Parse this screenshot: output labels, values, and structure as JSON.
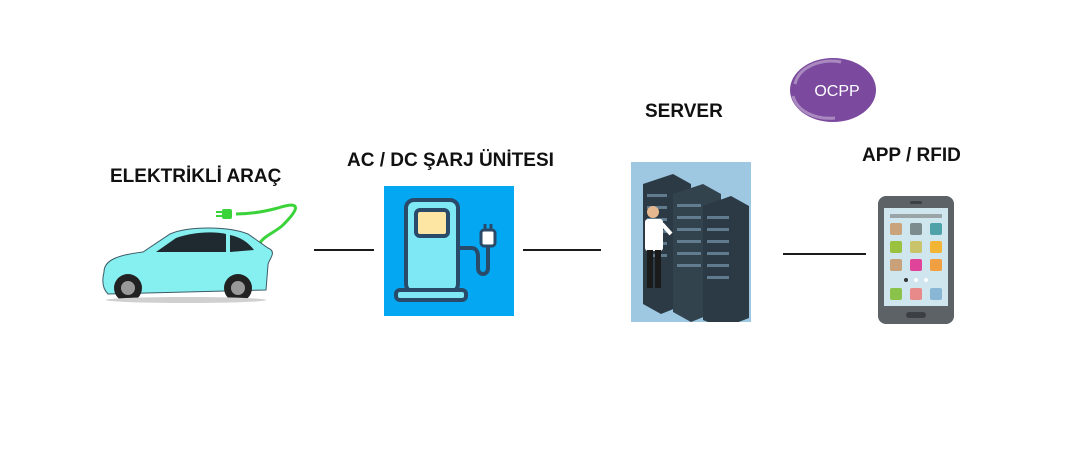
{
  "nodes": {
    "car": {
      "label": "ELEKTRİKLİ ARAÇ",
      "body_color": "#86f0f0",
      "cable_color": "#3ad33a"
    },
    "charger": {
      "label": "AC / DC ŞARJ ÜNİTESI",
      "background": "#04a7f2",
      "pump_color": "#7fe8f5",
      "screen_color": "#fde6a3",
      "outline": "#2a4a6a"
    },
    "server": {
      "label": "SERVER",
      "background": "#9ec7e2"
    },
    "app": {
      "label": "APP / RFID",
      "phone_color": "#5d6266"
    }
  },
  "protocol_badge": {
    "text": "OCPP",
    "color": "#7b4a9e"
  },
  "icons": [
    "electric-car-icon",
    "charging-station-icon",
    "server-rack-icon",
    "smartphone-icon",
    "ocpp-logo"
  ]
}
